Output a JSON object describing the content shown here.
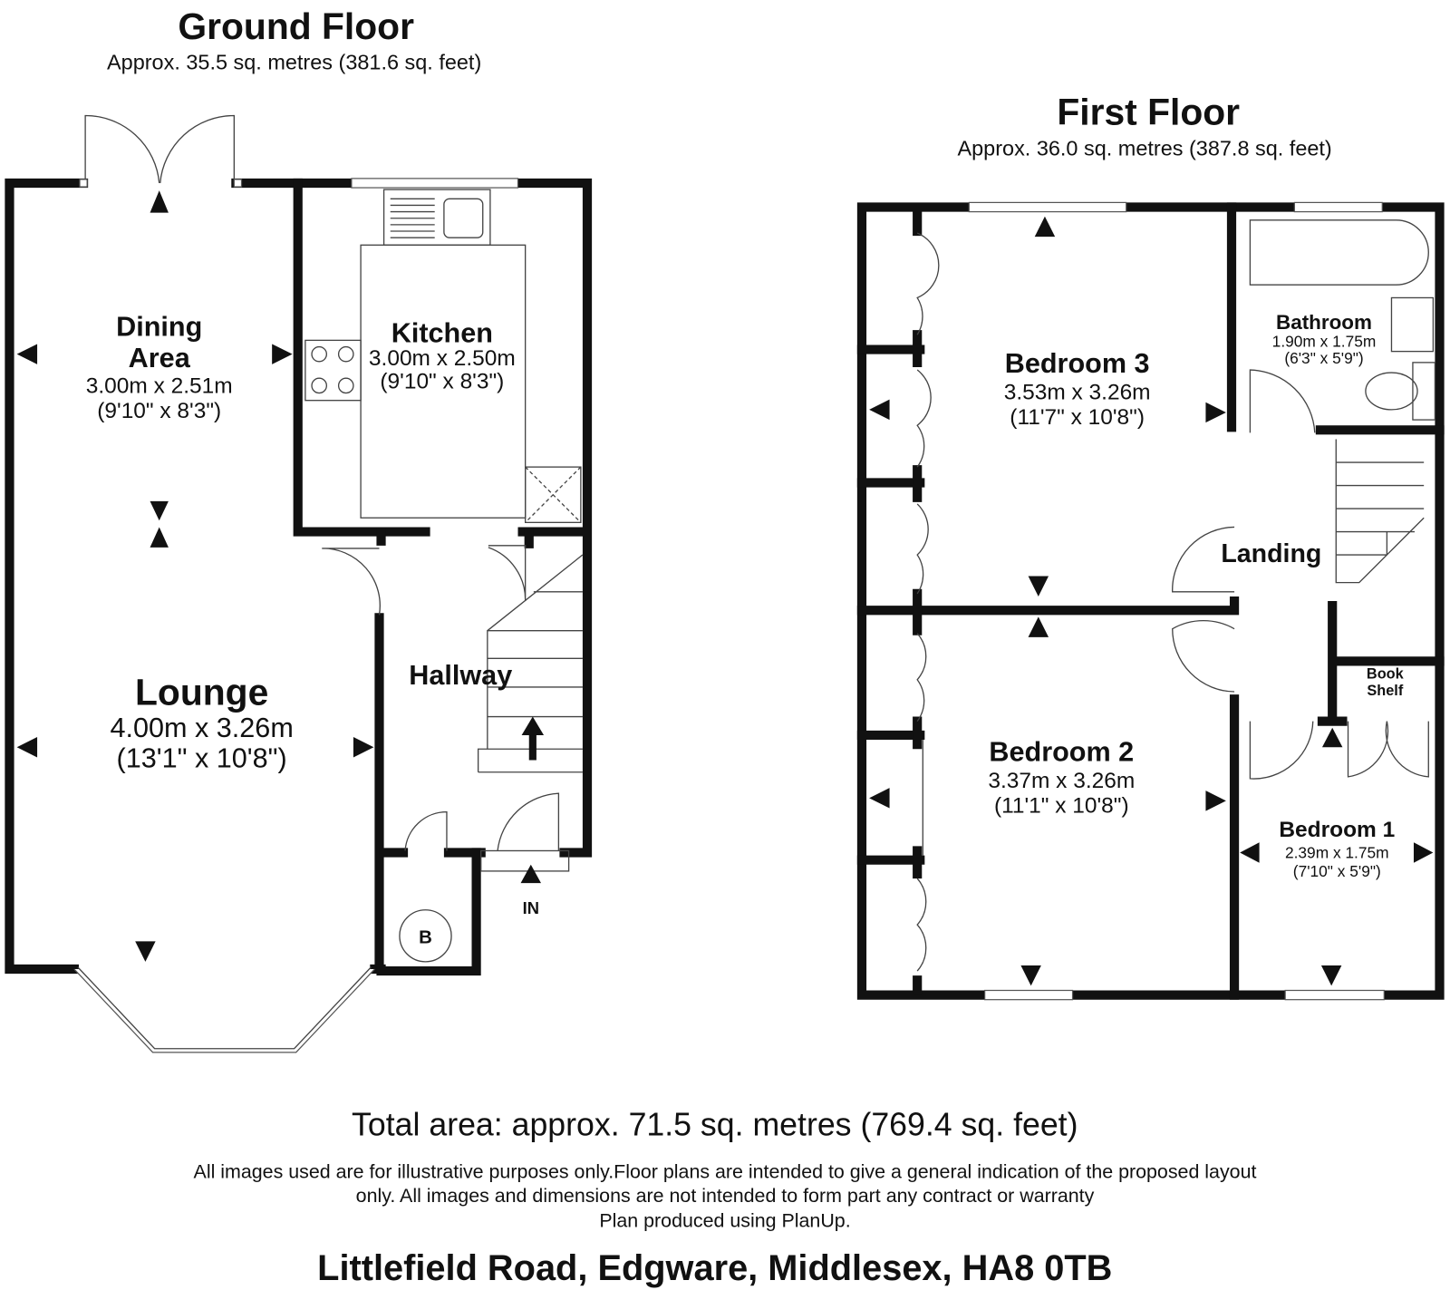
{
  "ground_floor": {
    "title": "Ground Floor",
    "area": "Approx. 35.5 sq. metres (381.6 sq. feet)",
    "rooms": {
      "dining": {
        "name_line1": "Dining",
        "name_line2": "Area",
        "metric": "3.00m x 2.51m",
        "imperial": "(9'10\" x 8'3\")"
      },
      "kitchen": {
        "name": "Kitchen",
        "metric": "3.00m x 2.50m",
        "imperial": "(9'10\" x 8'3\")"
      },
      "lounge": {
        "name": "Lounge",
        "metric": "4.00m x 3.26m",
        "imperial": "(13'1\" x 10'8\")"
      },
      "hallway": {
        "name": "Hallway"
      }
    },
    "boiler_label": "B",
    "entrance_label": "IN"
  },
  "first_floor": {
    "title": "First Floor",
    "area": "Approx. 36.0 sq. metres (387.8 sq. feet)",
    "rooms": {
      "bedroom3": {
        "name": "Bedroom 3",
        "metric": "3.53m x 3.26m",
        "imperial": "(11'7\" x 10'8\")"
      },
      "bathroom": {
        "name": "Bathroom",
        "metric": "1.90m x 1.75m",
        "imperial": "(6'3\" x 5'9\")"
      },
      "landing": {
        "name": "Landing"
      },
      "bookshelf": {
        "line1": "Book",
        "line2": "Shelf"
      },
      "bedroom2": {
        "name": "Bedroom 2",
        "metric": "3.37m x 3.26m",
        "imperial": "(11'1\" x 10'8\")"
      },
      "bedroom1": {
        "name": "Bedroom 1",
        "metric": "2.39m x 1.75m",
        "imperial": "(7'10\" x 5'9\")"
      }
    }
  },
  "footer": {
    "total_area": "Total area: approx. 71.5 sq. metres (769.4 sq. feet)",
    "disclaimer_line1": "All images used are for illustrative purposes only.Floor plans are intended to give a general indication of the proposed layout",
    "disclaimer_line2": "only. All images and dimensions are not intended to form part any contract or warranty",
    "disclaimer_line3": "Plan produced using PlanUp.",
    "address": "Littlefield Road, Edgware, Middlesex, HA8 0TB"
  }
}
